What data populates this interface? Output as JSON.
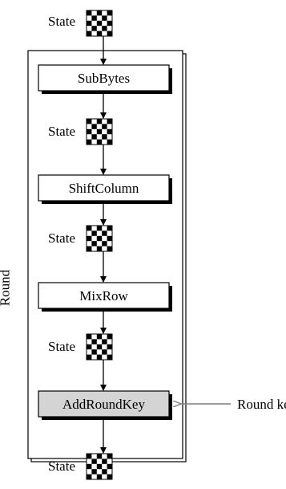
{
  "diagram": {
    "title": "",
    "state_label": "State",
    "round_label": "Round",
    "round_key_label": "Round key",
    "steps": [
      {
        "label": "SubBytes",
        "highlighted": false
      },
      {
        "label": "ShiftColumn",
        "highlighted": false
      },
      {
        "label": "MixRow",
        "highlighted": false
      },
      {
        "label": "AddRoundKey",
        "highlighted": true
      }
    ],
    "colors": {
      "line": "#000000",
      "box_fill": "#ffffff",
      "highlight_fill": "#d4d4d4",
      "key_arrow": "#7f7f7f"
    }
  }
}
